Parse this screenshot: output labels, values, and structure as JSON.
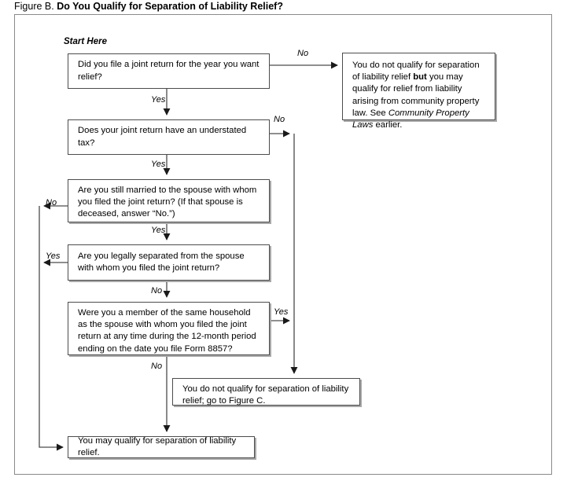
{
  "figure": {
    "label": "Figure B.",
    "title": "Do You Qualify for Separation of Liability Relief?"
  },
  "flow": {
    "start_label": "Start Here",
    "nodes": [
      {
        "id": "q1",
        "type": "decision",
        "text": "Did you file a joint return for the year you want relief?"
      },
      {
        "id": "r1",
        "type": "terminal",
        "text_html": "You do not qualify for separation of liability relief <b>but</b> you may qualify for relief from liability arising from community property law. See <i>Community Property Laws</i> earlier.",
        "text": "You do not qualify for separation of liability relief but you may qualify for relief from liability arising from community property law. See Community Property Laws earlier."
      },
      {
        "id": "q2",
        "type": "decision",
        "text": "Does your joint return have an understated tax?"
      },
      {
        "id": "q3",
        "type": "decision",
        "text": "Are you still married to the spouse with whom you filed the joint return? (If that spouse is deceased, answer “No.”)"
      },
      {
        "id": "q4",
        "type": "decision",
        "text": "Are you legally separated from the spouse with whom you filed the joint return?"
      },
      {
        "id": "q5",
        "type": "decision",
        "text": "Were you a member of the same household as the spouse with whom you filed the joint return at any time during the 12-month period ending on the date you file Form 8857?"
      },
      {
        "id": "r2",
        "type": "terminal",
        "text": "You do not qualify for separation of liability relief; go to Figure C."
      },
      {
        "id": "r3",
        "type": "terminal",
        "text": "You may qualify for separation of liability relief."
      }
    ],
    "edges": [
      {
        "id": "e-q1-no",
        "from": "q1",
        "to": "r1",
        "label": "No"
      },
      {
        "id": "e-q1-yes",
        "from": "q1",
        "to": "q2",
        "label": "Yes"
      },
      {
        "id": "e-q2-no",
        "from": "q2",
        "to": "r2",
        "label": "No"
      },
      {
        "id": "e-q2-yes",
        "from": "q2",
        "to": "q3",
        "label": "Yes"
      },
      {
        "id": "e-q3-no",
        "from": "q3",
        "to": "r3",
        "label": "No"
      },
      {
        "id": "e-q3-yes",
        "from": "q3",
        "to": "q4",
        "label": "Yes"
      },
      {
        "id": "e-q4-yes",
        "from": "q4",
        "to": "r3",
        "label": "Yes"
      },
      {
        "id": "e-q4-no",
        "from": "q4",
        "to": "q5",
        "label": "No"
      },
      {
        "id": "e-q5-yes",
        "from": "q5",
        "to": "r2",
        "label": "Yes"
      },
      {
        "id": "e-q5-no",
        "from": "q5",
        "to": "r3",
        "label": "No"
      }
    ]
  },
  "colors": {
    "line": "#4c4c4c",
    "frame": "#8a8a8a",
    "shadow": "#a8a8a8",
    "text": "#000000",
    "background": "#ffffff"
  }
}
